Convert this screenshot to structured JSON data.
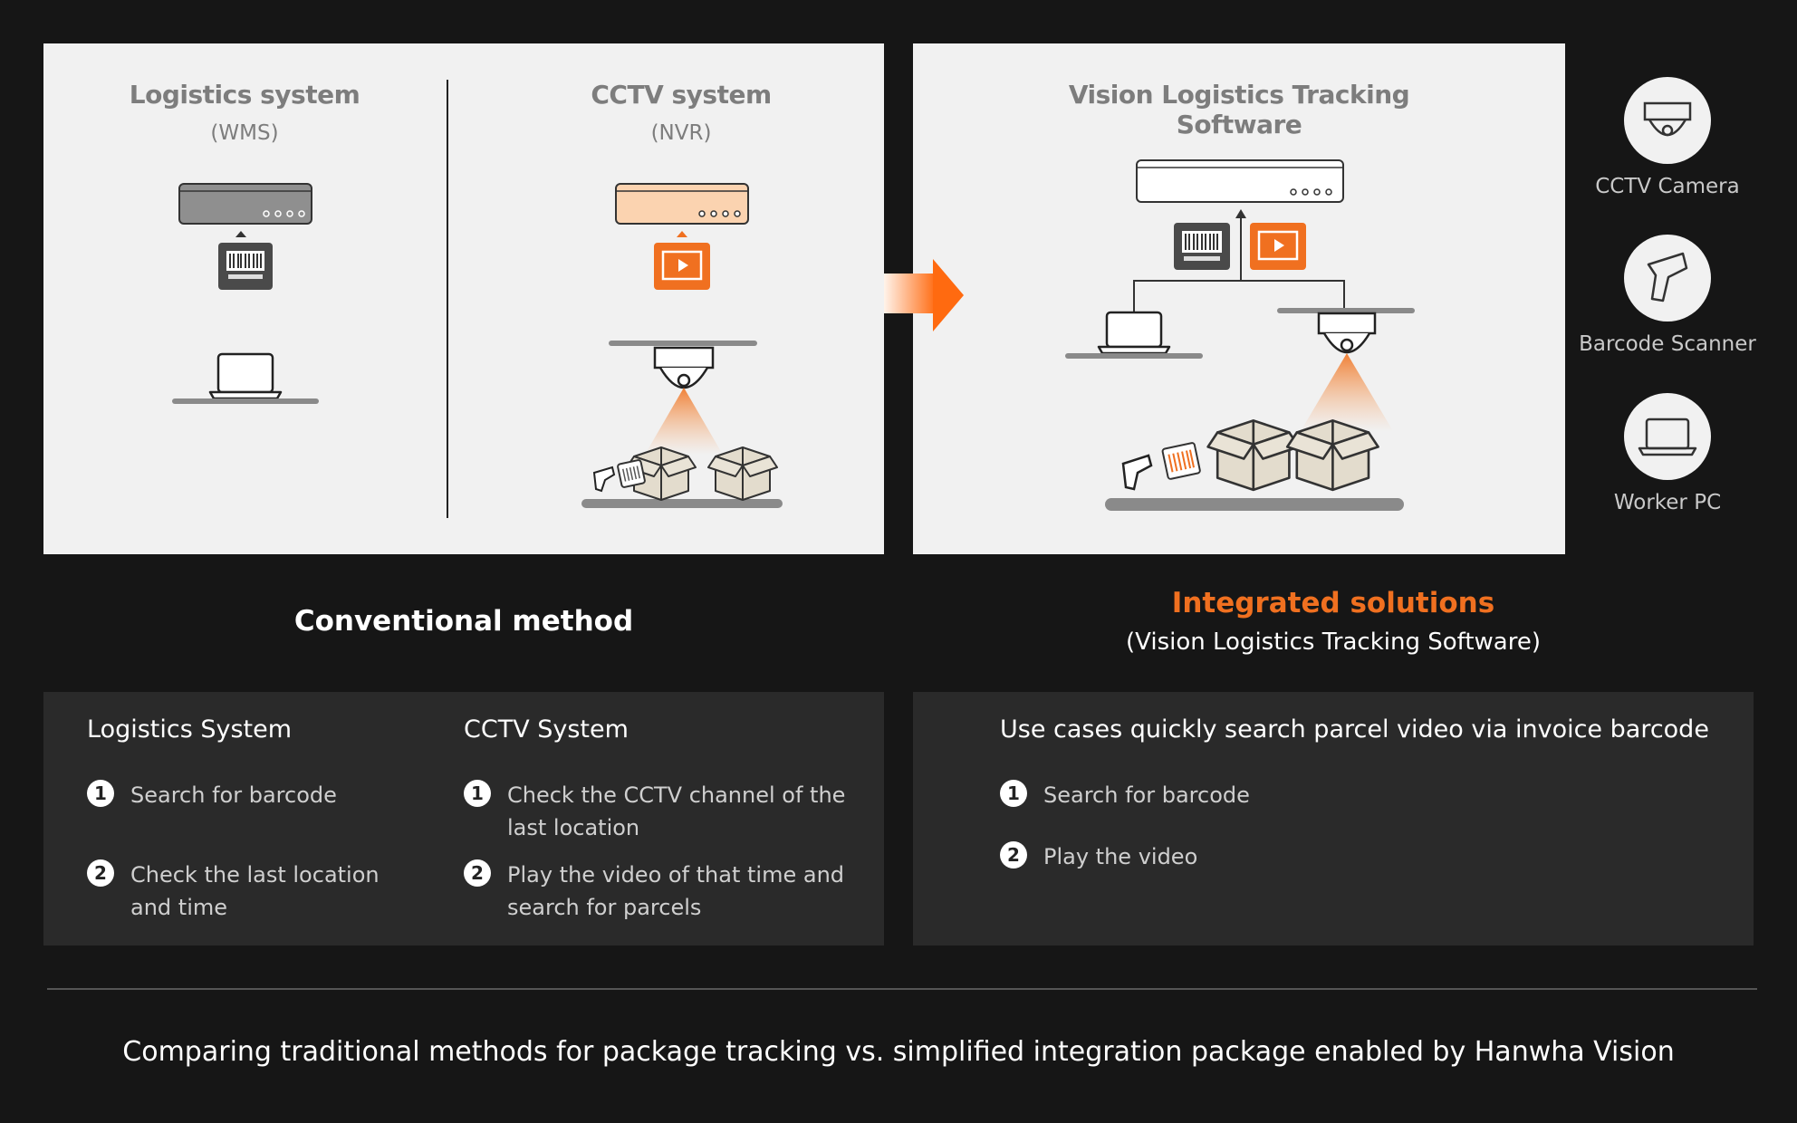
{
  "left_panel": {
    "logistics": {
      "title": "Logistics system",
      "subtitle": "(WMS)"
    },
    "cctv": {
      "title": "CCTV system",
      "subtitle": "(NVR)"
    },
    "caption": "Conventional method"
  },
  "right_panel": {
    "title": "Vision Logistics Tracking Software",
    "caption": "Integrated solutions",
    "caption_sub": "(Vision Logistics Tracking Software)"
  },
  "legend": [
    {
      "label": "CCTV Camera",
      "icon": "cctv-camera-icon"
    },
    {
      "label": "Barcode Scanner",
      "icon": "barcode-scanner-icon"
    },
    {
      "label": "Worker PC",
      "icon": "worker-pc-icon"
    }
  ],
  "boxes": {
    "logistics": {
      "title": "Logistics System",
      "steps": [
        {
          "num": "1",
          "line1": "Search for barcode",
          "line2": ""
        },
        {
          "num": "2",
          "line1": "Check the last location",
          "line2": "and time"
        }
      ]
    },
    "cctv": {
      "title": "CCTV System",
      "steps": [
        {
          "num": "1",
          "line1": "Check the CCTV channel of the",
          "line2": "last location"
        },
        {
          "num": "2",
          "line1": "Play the video of that time and",
          "line2": "search for parcels"
        }
      ]
    },
    "integrated": {
      "title": "Use cases quickly search parcel video via invoice barcode",
      "steps": [
        {
          "num": "1",
          "line1": "Search for barcode",
          "line2": ""
        },
        {
          "num": "2",
          "line1": "Play the video",
          "line2": ""
        }
      ]
    }
  },
  "footer": "Comparing traditional methods for package tracking vs. simplified integration package enabled by Hanwha Vision",
  "colors": {
    "accent": "#f07020",
    "background": "#161616",
    "panel": "#f1f1f1",
    "box": "#2a2a2a"
  }
}
